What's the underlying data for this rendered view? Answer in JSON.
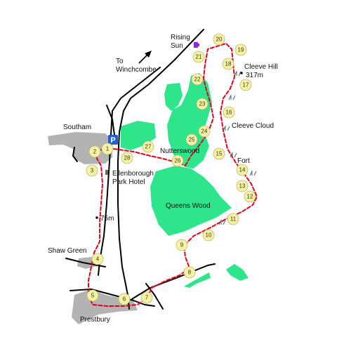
{
  "places": {
    "rising_sun": "Rising\nSun",
    "to_winchcombe": "To\nWinchcombe",
    "cleeve_hill": "Cleeve Hill",
    "cleeve_hill_height": "317m",
    "cleeve_cloud": "Cleeve Cloud",
    "fort": "Fort",
    "southam": "Southam",
    "nutterswood": "Nutterswood",
    "ellenborough": "Ellenborough\nPark Hotel",
    "queens_wood": "Queens Wood",
    "height_75": "75m",
    "shaw_green": "Shaw Green",
    "prestbury": "Prestbury"
  },
  "parking_symbol": "P",
  "waypoints": [
    {
      "n": "1"
    },
    {
      "n": "2"
    },
    {
      "n": "3"
    },
    {
      "n": "4"
    },
    {
      "n": "5"
    },
    {
      "n": "6"
    },
    {
      "n": "7"
    },
    {
      "n": "8"
    },
    {
      "n": "9"
    },
    {
      "n": "10"
    },
    {
      "n": "11"
    },
    {
      "n": "12"
    },
    {
      "n": "13"
    },
    {
      "n": "14"
    },
    {
      "n": "15"
    },
    {
      "n": "16"
    },
    {
      "n": "17"
    },
    {
      "n": "18"
    },
    {
      "n": "19"
    },
    {
      "n": "20"
    },
    {
      "n": "21"
    },
    {
      "n": "22"
    },
    {
      "n": "23"
    },
    {
      "n": "24"
    },
    {
      "n": "25"
    },
    {
      "n": "26"
    },
    {
      "n": "27"
    },
    {
      "n": "28"
    }
  ],
  "colors": {
    "route": "#e2001a",
    "woodland": "#2ee58c",
    "settlement": "#b3b3b3",
    "parking": "#1f5fd6",
    "pub": "#8a2be2",
    "waypoint": "#f6f2a0"
  }
}
